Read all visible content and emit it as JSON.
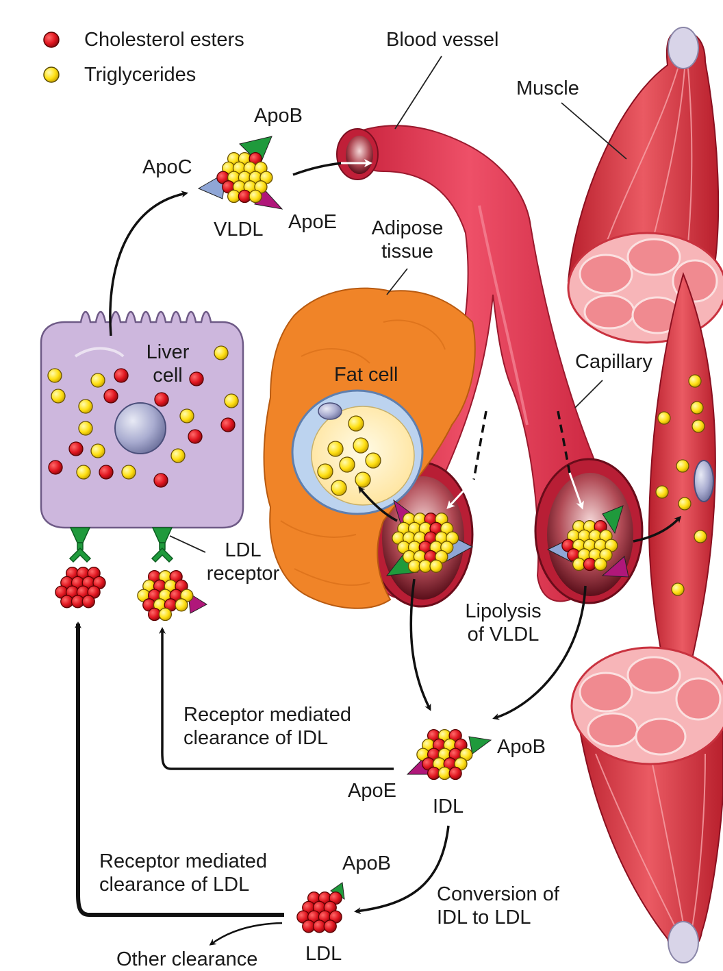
{
  "legend": {
    "cholesterol_esters": "Cholesterol esters",
    "triglycerides": "Triglycerides"
  },
  "labels": {
    "blood_vessel": "Blood vessel",
    "muscle": "Muscle",
    "apob_top": "ApoB",
    "apoc": "ApoC",
    "vldl": "VLDL",
    "apoe_top": "ApoE",
    "adipose_tissue": "Adipose\ntissue",
    "liver_cell": "Liver\ncell",
    "fat_cell": "Fat cell",
    "capillary": "Capillary",
    "ldl_receptor": "LDL\nreceptor",
    "lipolysis": "Lipolysis\nof VLDL",
    "receptor_idl": "Receptor mediated\nclearance of IDL",
    "apob_idl": "ApoB",
    "apoe_idl": "ApoE",
    "idl": "IDL",
    "receptor_ldl": "Receptor mediated\nclearance of LDL",
    "apob_ldl": "ApoB",
    "conversion": "Conversion of\nIDL to LDL",
    "other_clearance": "Other clearance",
    "ldl": "LDL"
  },
  "colors": {
    "cholesterol": "#e0151f",
    "triglyceride": "#ffe014",
    "liver": "#cdb7dd",
    "vessel": "#e8435a",
    "adipose": "#f08428",
    "muscle": "#e04550",
    "apob": "#1f9a3c",
    "apoc": "#8fa6d6",
    "apoe": "#b0177a"
  }
}
